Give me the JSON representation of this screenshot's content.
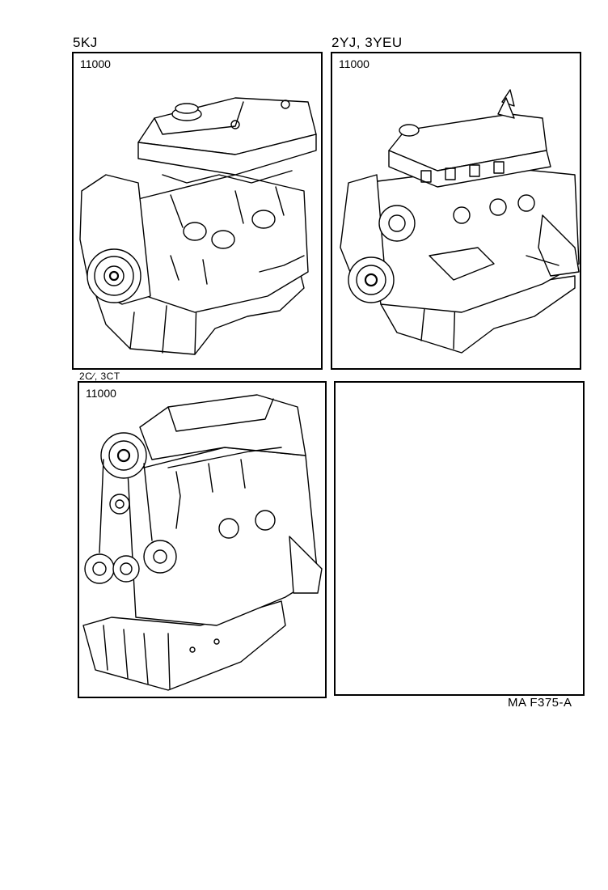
{
  "headers": {
    "top_left": "5KJ",
    "top_right": "2YJ, 3YEU",
    "bottom_left": "2C∕, 3CT"
  },
  "panels": [
    {
      "part_number": "11000",
      "illustration": "engine-assembly-5kj-icon"
    },
    {
      "part_number": "11000",
      "illustration": "engine-assembly-2yj-icon"
    },
    {
      "part_number": "11000",
      "illustration": "engine-assembly-2c-icon"
    },
    {
      "part_number": "",
      "illustration": ""
    }
  ],
  "footer": {
    "reference": "MA F375-A"
  }
}
